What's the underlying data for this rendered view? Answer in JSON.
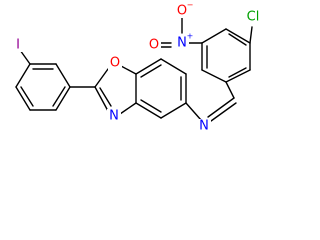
{
  "colors": {
    "background": "#ffffff",
    "bond": "#000000",
    "carbon": "#000000",
    "oxygen": "#ff0000",
    "nitrogen": "#0000ff",
    "chlorine": "#00a000",
    "iodine": "#940094"
  },
  "labels": {
    "iodine": "I",
    "benzoxazole_oxygen": "O",
    "benzoxazole_nitrogen": "N",
    "imine_nitrogen": "N",
    "nitro_nitrogen": "N",
    "nitro_nitrogen_charge": "+",
    "nitro_oxygen_top": "O",
    "nitro_oxygen_top_charge": "−",
    "nitro_oxygen_side": "O",
    "chlorine": "Cl"
  }
}
